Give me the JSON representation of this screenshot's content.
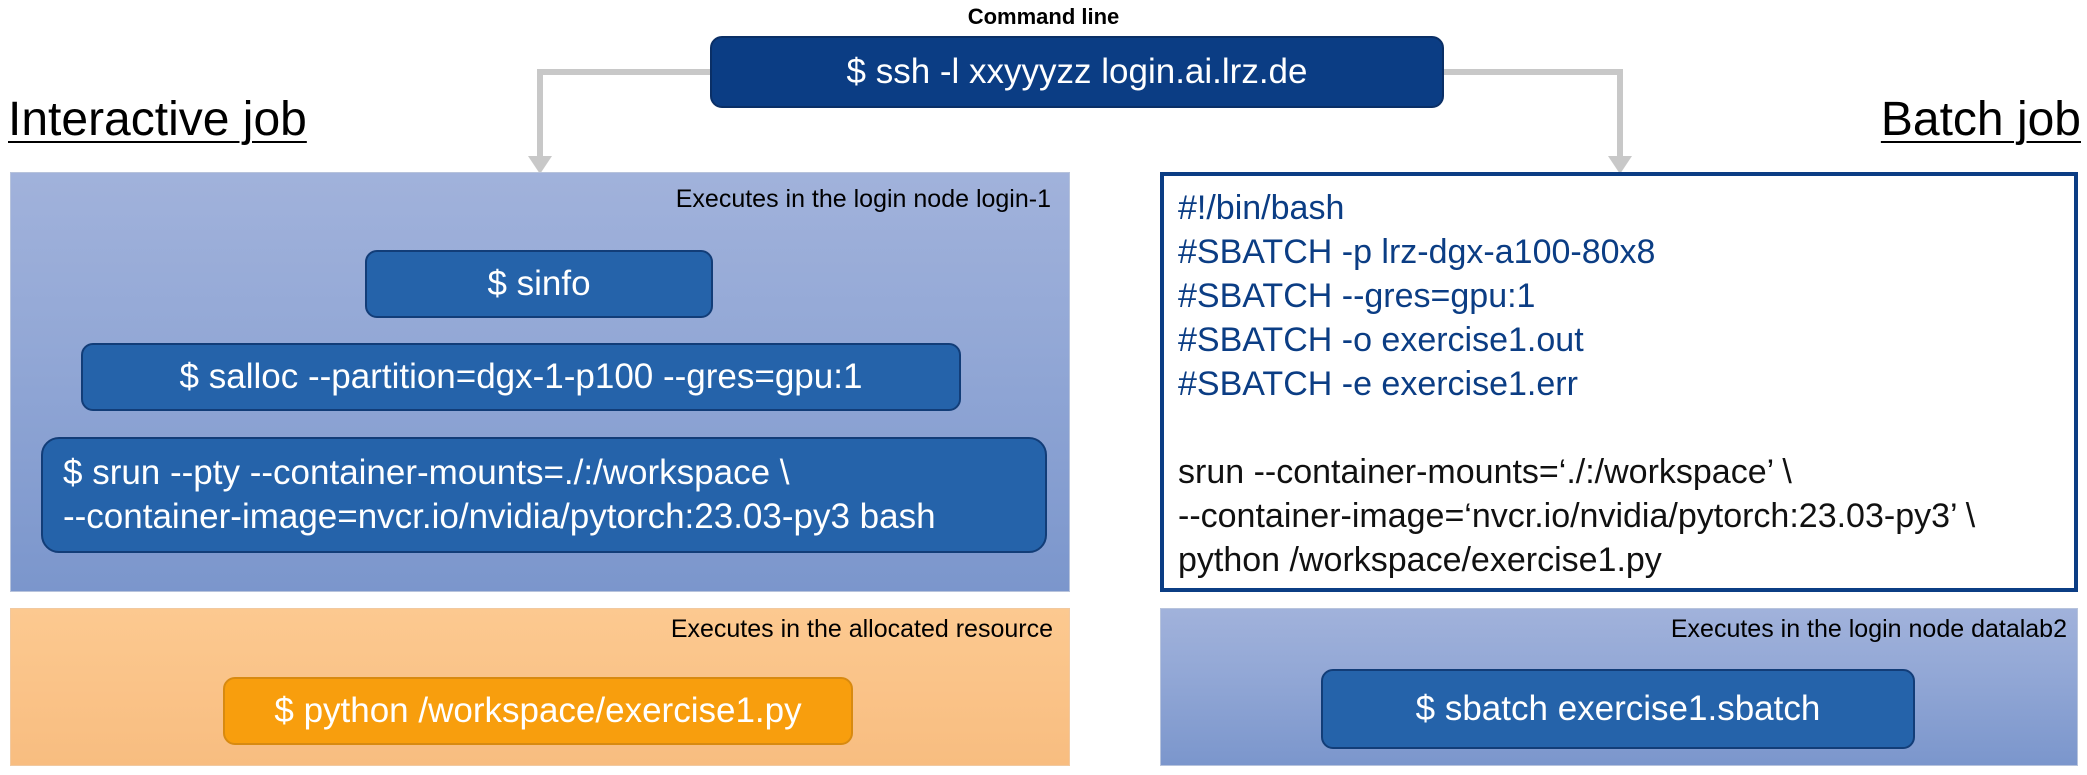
{
  "command_line": {
    "title": "Command line",
    "ssh_command": "$ ssh -l xxyyyzz login.ai.lrz.de"
  },
  "interactive": {
    "heading": "Interactive job",
    "login_panel": {
      "note": "Executes in the login node login-1",
      "sinfo": "$ sinfo",
      "salloc": "$ salloc --partition=dgx-1-p100 --gres=gpu:1",
      "srun_line1": "$ srun --pty --container-mounts=./:/workspace \\",
      "srun_line2": "--container-image=nvcr.io/nvidia/pytorch:23.03-py3 bash"
    },
    "resource_panel": {
      "note": "Executes in the allocated resource",
      "python": "$ python /workspace/exercise1.py"
    }
  },
  "batch": {
    "heading": "Batch job",
    "script_lines": [
      "#!/bin/bash",
      "#SBATCH -p lrz-dgx-a100-80x8",
      "#SBATCH --gres=gpu:1",
      "#SBATCH -o exercise1.out",
      "#SBATCH -e exercise1.err",
      "srun --container-mounts=‘./:/workspace’ \\",
      "--container-image=‘nvcr.io/nvidia/pytorch:23.03-py3’ \\",
      "python /workspace/exercise1.py"
    ],
    "login_panel": {
      "note": "Executes in the login node datalab2",
      "sbatch": "$ sbatch exercise1.sbatch"
    }
  },
  "colors": {
    "dark_blue": "#0b3d84",
    "mid_blue": "#2563aa",
    "orange": "#f89e0d",
    "arrow_gray": "#c8c8c8"
  }
}
